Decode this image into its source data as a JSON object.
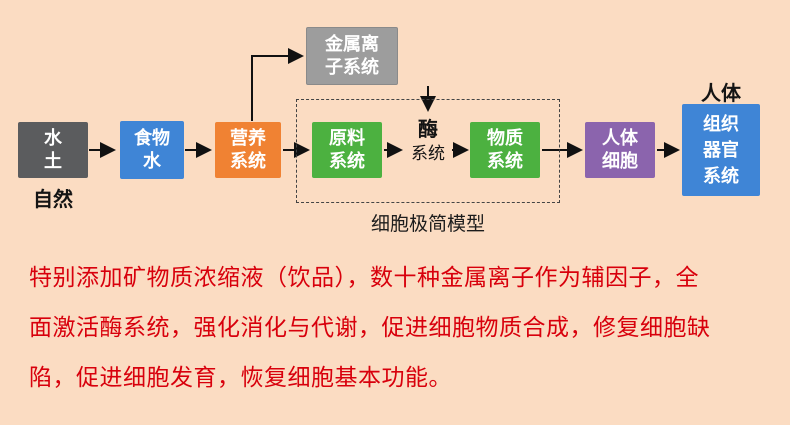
{
  "diagram": {
    "nature_label": "自然",
    "human_label": "人体",
    "model_label": "细胞极简模型",
    "nodes": {
      "water_soil": [
        "水",
        "土"
      ],
      "food_water": [
        "食物",
        "水"
      ],
      "nutrition": [
        "营养",
        "系统"
      ],
      "metal_ion": [
        "金属离",
        "子系统"
      ],
      "raw_material": [
        "原料",
        "系统"
      ],
      "enzyme": [
        "酶",
        "系统"
      ],
      "substance": [
        "物质",
        "系统"
      ],
      "body_cell": [
        "人体",
        "细胞"
      ],
      "tissue_organ": [
        "组织",
        "器官",
        "系统"
      ]
    }
  },
  "description": {
    "lines": [
      "特别添加矿物质浓缩液（饮品），数十种金属离子作为辅因子，全",
      "面激活酶系统，强化消化与代谢，促进细胞物质合成，修复细胞缺",
      "陷，促进细胞发育，恢复细胞基本功能。"
    ]
  },
  "colors": {
    "bg": "#fbdcc2",
    "gray-dark": "#5b5c5e",
    "gray-light": "#9d9d9d",
    "blue": "#3f85d6",
    "orange": "#f08233",
    "green": "#4cb140",
    "purple": "#8b64ad",
    "red": "#d8000c"
  }
}
